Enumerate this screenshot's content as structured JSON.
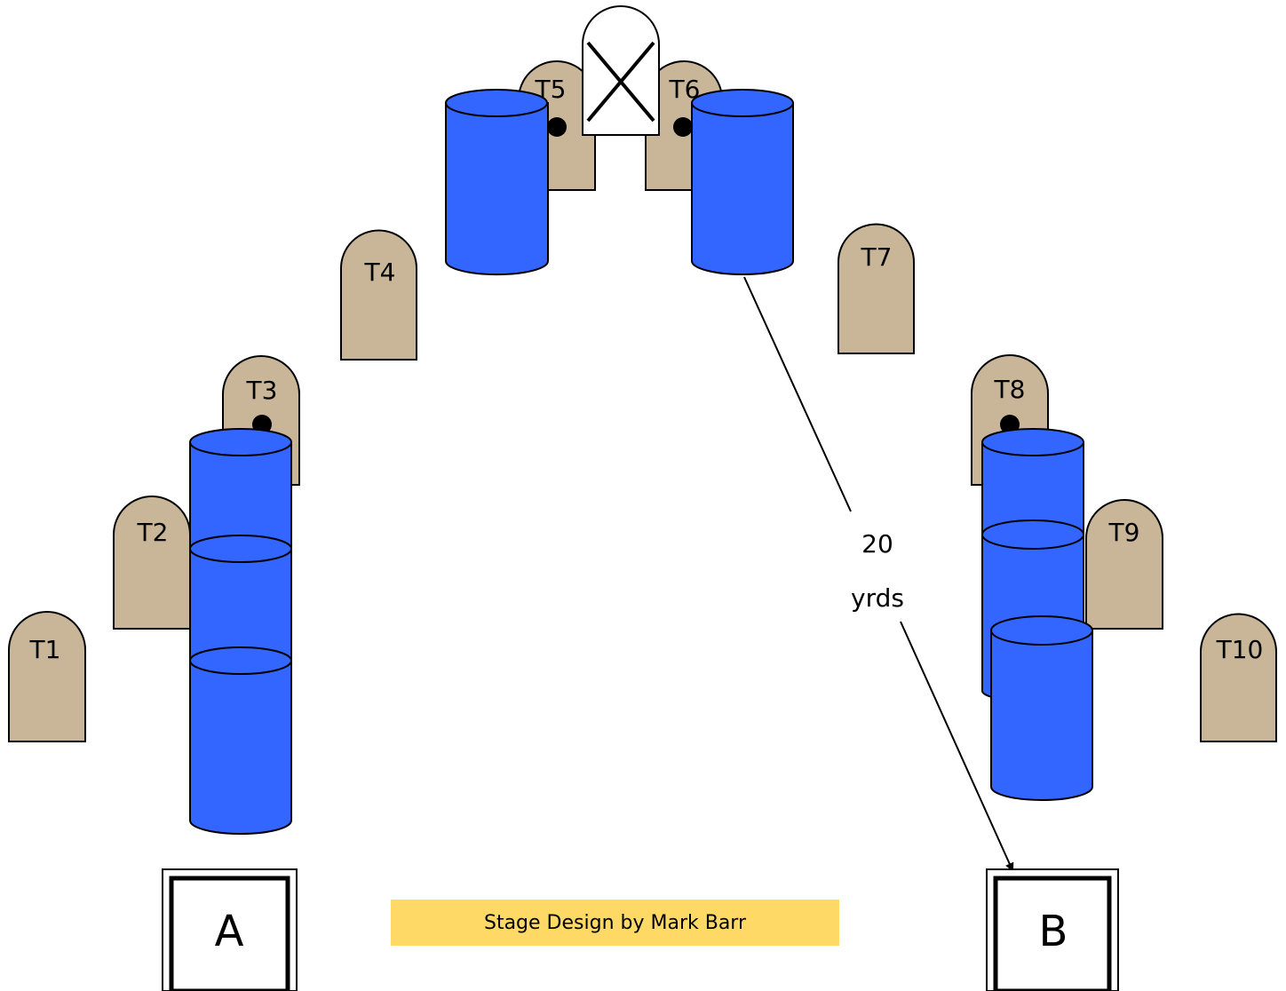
{
  "targets": [
    {
      "id": "t1",
      "label": "T1",
      "color": "#c9b597",
      "dot": false
    },
    {
      "id": "t2",
      "label": "T2",
      "color": "#c9b597",
      "dot": false
    },
    {
      "id": "t3",
      "label": "T3",
      "color": "#c9b597",
      "dot": true
    },
    {
      "id": "t4",
      "label": "T4",
      "color": "#c9b597",
      "dot": false
    },
    {
      "id": "t5",
      "label": "T5",
      "color": "#c9b597",
      "dot": true
    },
    {
      "id": "t6",
      "label": "T6",
      "color": "#c9b597",
      "dot": true
    },
    {
      "id": "t7",
      "label": "T7",
      "color": "#c9b597",
      "dot": false
    },
    {
      "id": "t8",
      "label": "T8",
      "color": "#c9b597",
      "dot": true
    },
    {
      "id": "t9",
      "label": "T9",
      "color": "#c9b597",
      "dot": false
    },
    {
      "id": "t10",
      "label": "T10",
      "color": "#c9b597",
      "dot": false
    }
  ],
  "no_shoot": {
    "label": "",
    "color": "#ffffff",
    "mark": "X"
  },
  "barrel_color": "#3366ff",
  "positions": [
    {
      "id": "a",
      "label": "A"
    },
    {
      "id": "b",
      "label": "B"
    }
  ],
  "distance": {
    "line1": "20",
    "line2": "yrds"
  },
  "credit": "Stage Design by Mark Barr"
}
